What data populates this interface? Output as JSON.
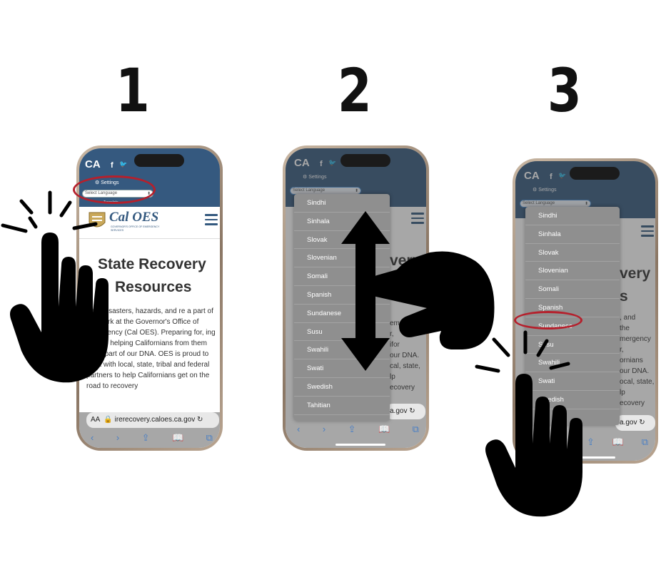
{
  "steps": [
    "1",
    "2",
    "3"
  ],
  "site": {
    "ca_logo": "CA",
    "social_f": "f",
    "social_t": "🐦",
    "settings": "Settings",
    "select_language": "Select Language",
    "logo_text": "Cal OES",
    "logo_sub": "GOVERNOR'S OFFICE OF EMERGENCY SERVICES",
    "title_line1": "State Recovery",
    "title_line2": "Resources",
    "paragraph": "cies, disasters, hazards, and re a part of our work at the Governor's Office of Emergency (Cal OES). Preparing for, ing to, and helping Californians from them are a part of our DNA. OES is proud to work with local, state, tribal and federal partners to help Californians get on the road to recovery",
    "url": "irerecovery.caloes.ca.gov",
    "url_short": "a.gov",
    "aa": "AA",
    "translate_hint": "Translate"
  },
  "phone2_partial": {
    "line1": "very",
    "line2": "s",
    "lines": [
      "emergen",
      "r,",
      "ifor",
      "our DNA.",
      "cal, state,",
      "lp",
      "ecovery"
    ]
  },
  "phone3_partial": {
    "line1": "very",
    "line2": "s",
    "lines": [
      ", and",
      "the",
      "mergency",
      "r,",
      "ornians",
      "our DNA.",
      "ocal, state,",
      "lp",
      "ecovery"
    ]
  },
  "dropdown2": [
    "Sindhi",
    "Sinhala",
    "Slovak",
    "Slovenian",
    "Somali",
    "Spanish",
    "Sundanese",
    "Susu",
    "Swahili",
    "Swati",
    "Swedish",
    "Tahitian"
  ],
  "dropdown3": [
    "Sindhi",
    "Sinhala",
    "Slovak",
    "Slovenian",
    "Somali",
    "Spanish",
    "Sundanese",
    "Susu",
    "Swahili",
    "Swati",
    "Swedish"
  ],
  "colors": {
    "header_blue": "#35597f",
    "highlight_red": "#b5202c",
    "hand": "#000000"
  },
  "icons": [
    "tap-hand-icon",
    "swipe-hand-icon",
    "up-down-arrow-icon",
    "tap-lines-icon"
  ]
}
